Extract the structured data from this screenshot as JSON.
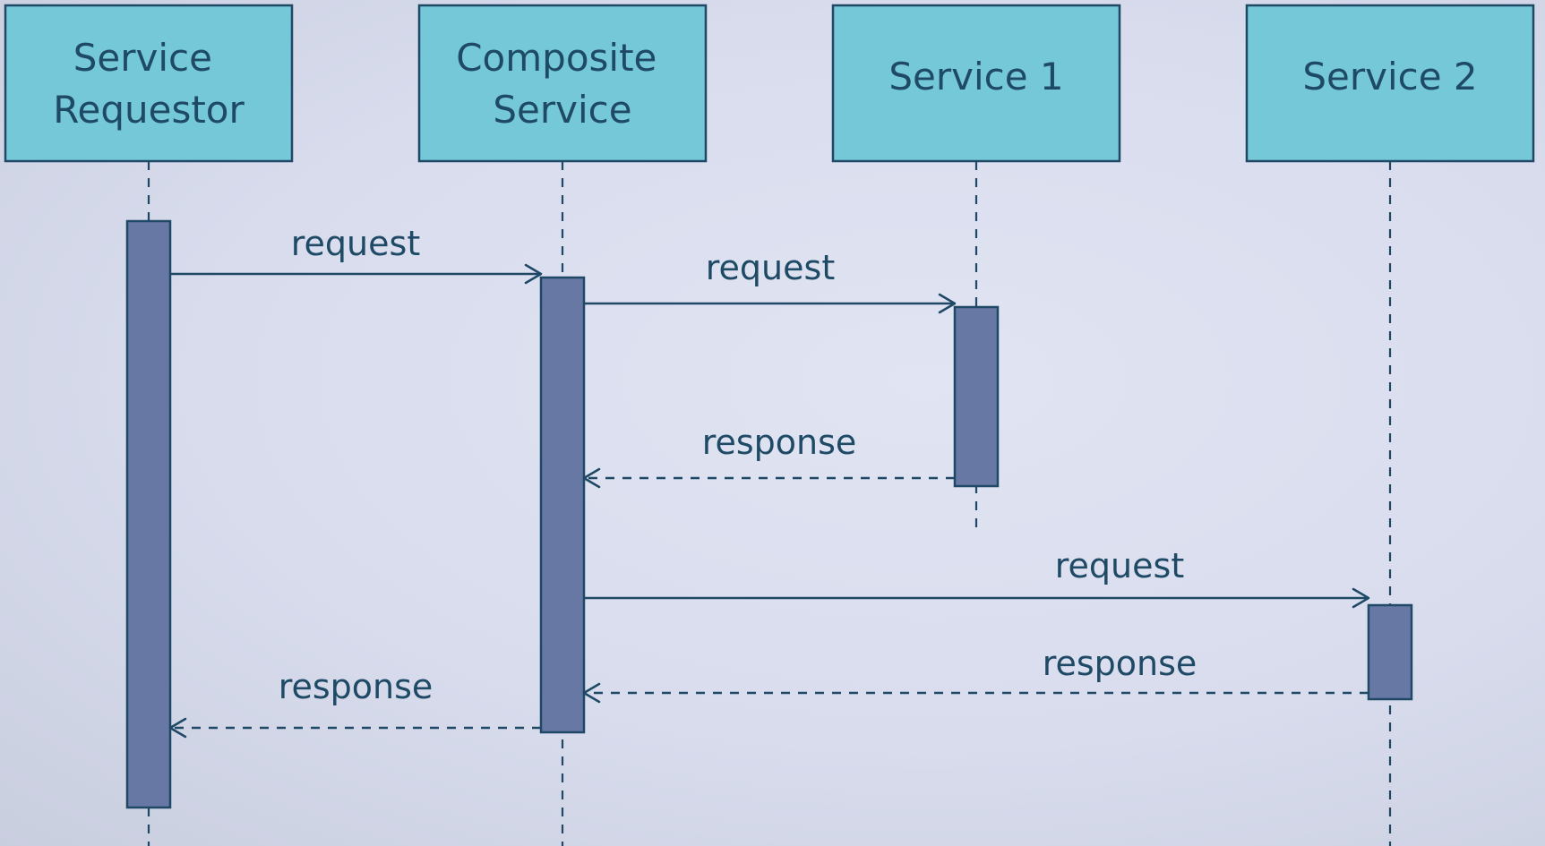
{
  "participants": {
    "requestor": {
      "line1": "Service",
      "line2": "Requestor"
    },
    "composite": {
      "line1": "Composite",
      "line2": "Service"
    },
    "service1": {
      "label": "Service 1"
    },
    "service2": {
      "label": "Service 2"
    }
  },
  "messages": {
    "m1": {
      "label": "request"
    },
    "m2": {
      "label": "request"
    },
    "m3": {
      "label": "response"
    },
    "m4": {
      "label": "request"
    },
    "m5": {
      "label": "response"
    },
    "m6": {
      "label": "response"
    }
  },
  "colors": {
    "box_fill": "#75c8d7",
    "activation_fill": "#6878a4",
    "line_color": "#1f4866",
    "background": "#dadeee"
  }
}
